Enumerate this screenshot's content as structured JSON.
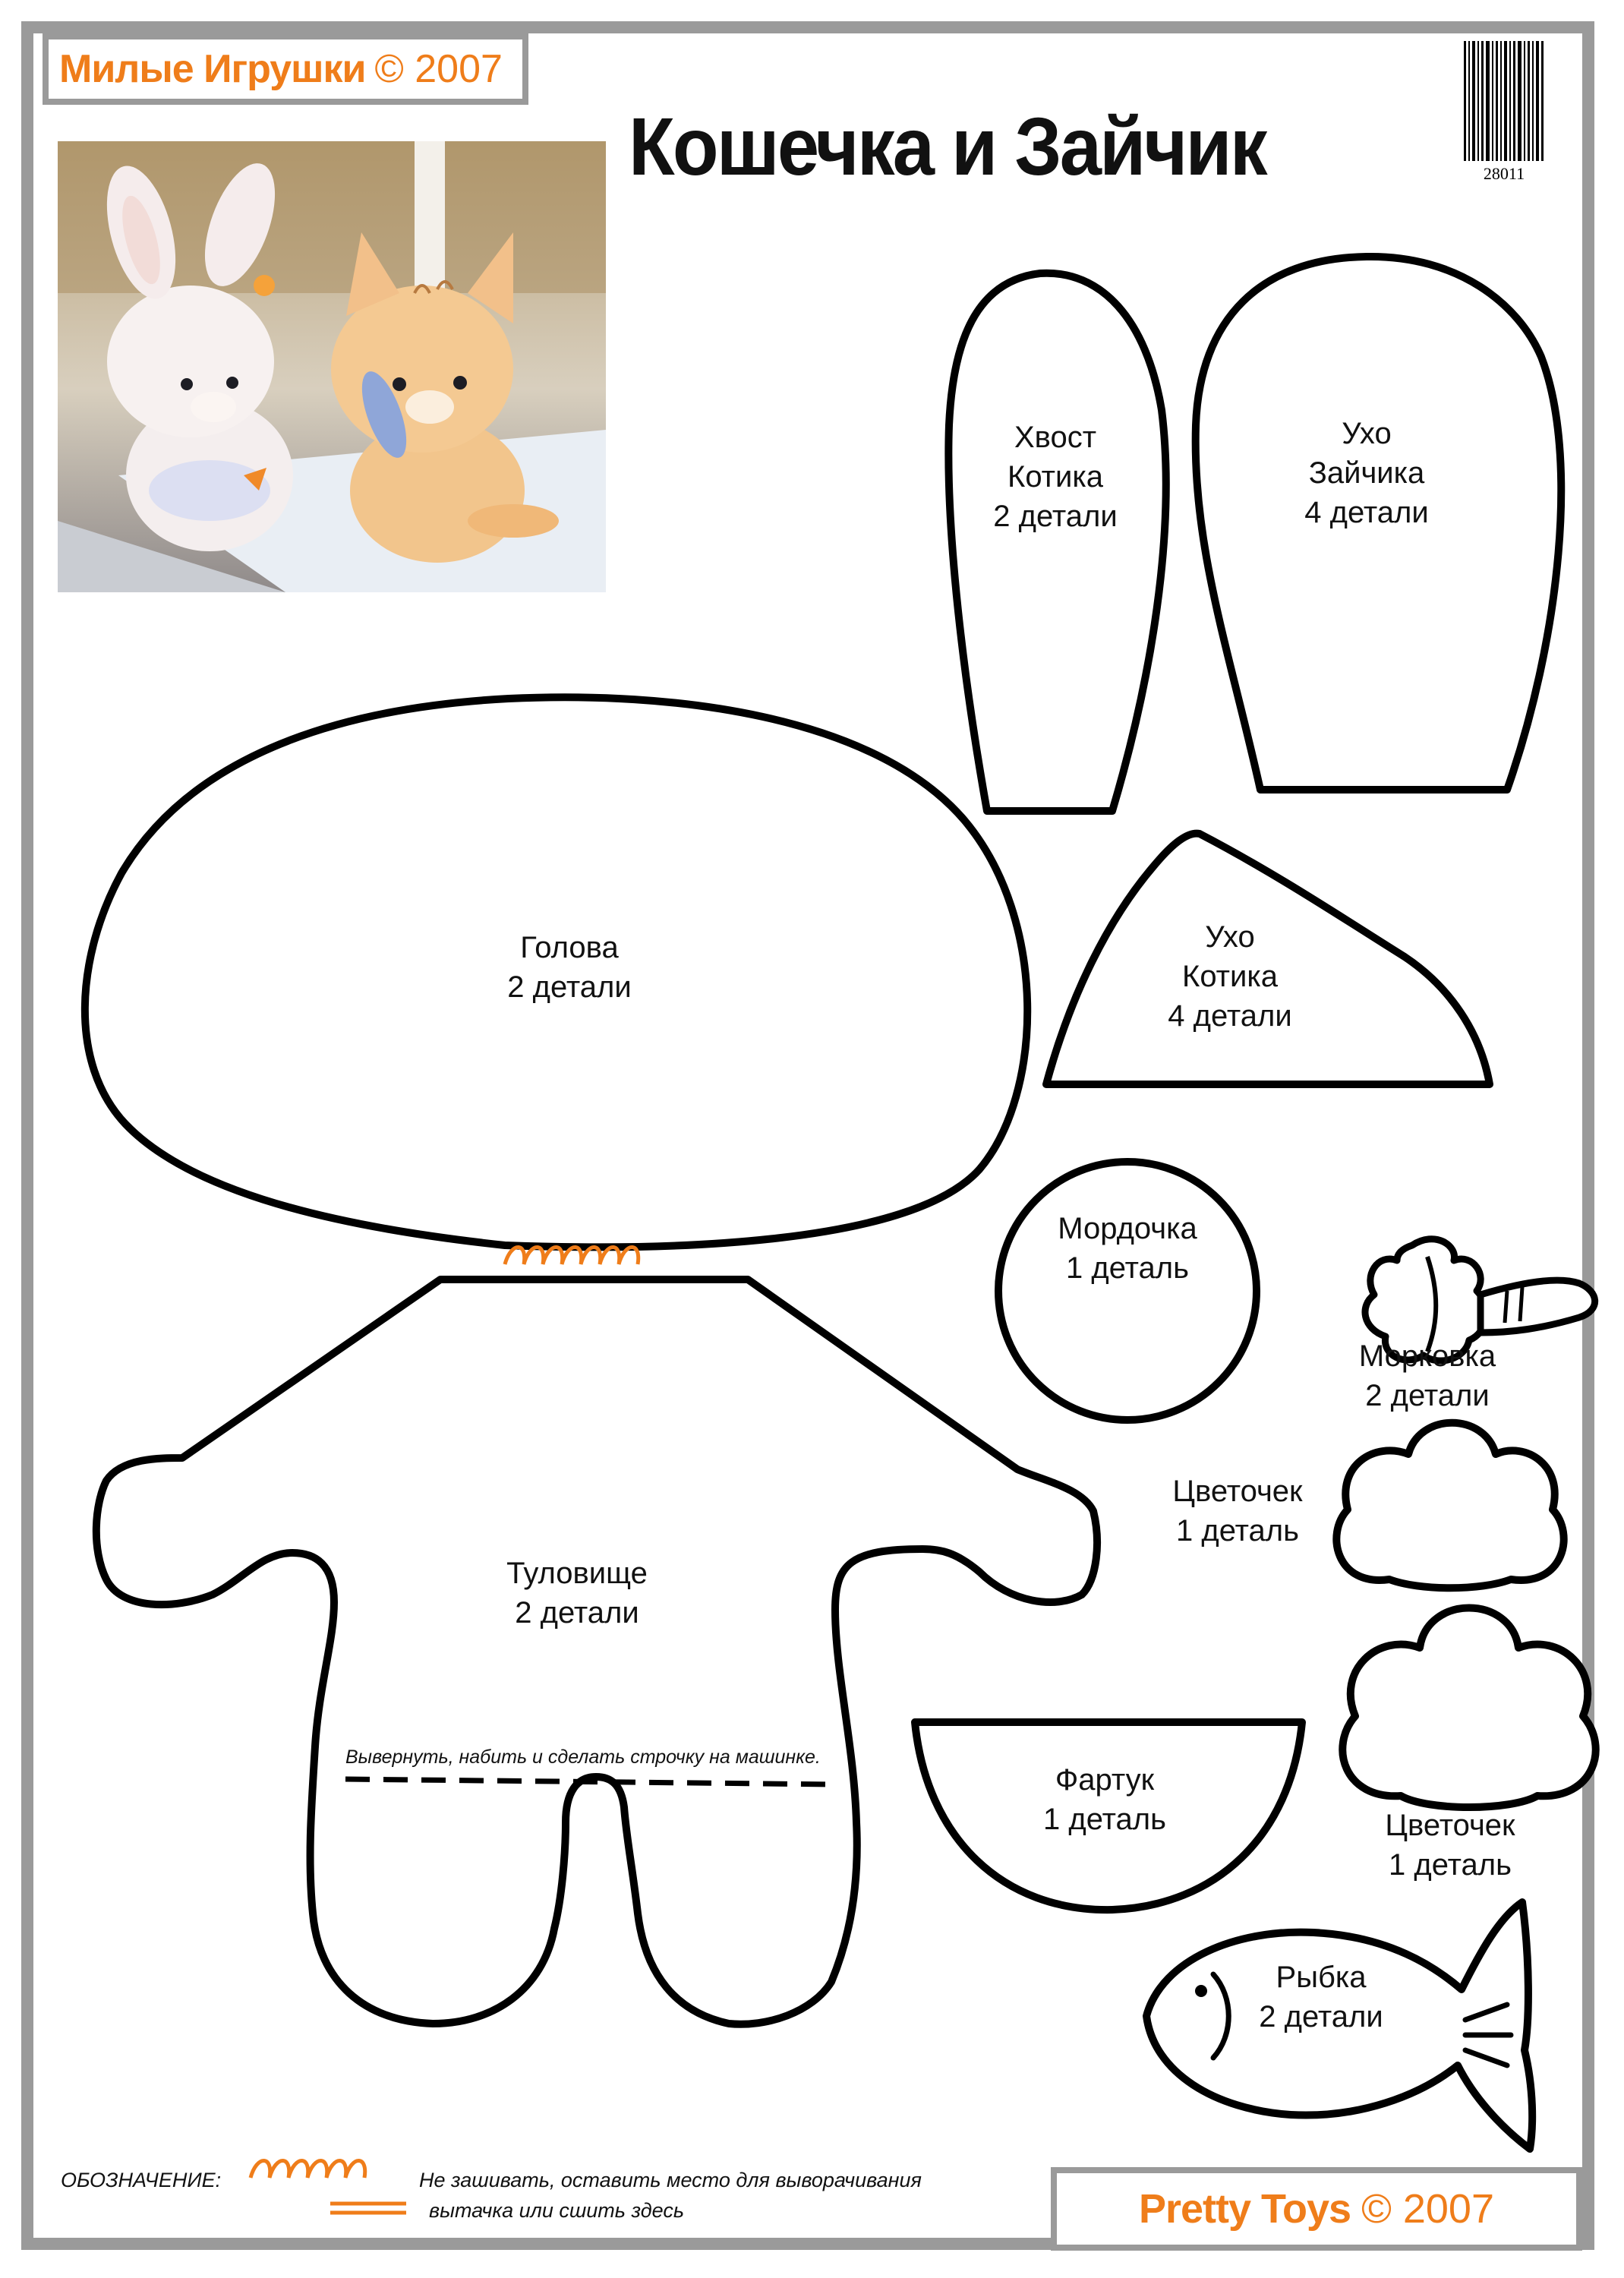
{
  "brand_top": {
    "name": "Милые Игрушки",
    "year": "© 2007"
  },
  "title": "Кошечка и Зайчик",
  "barcode": {
    "number": "28011"
  },
  "photo": {
    "description": ""
  },
  "pieces": {
    "cat_tail": {
      "line1": "Хвост",
      "line2": "Котика",
      "line3": "2 детали"
    },
    "bunny_ear": {
      "line1": "Ухо",
      "line2": "Зайчика",
      "line3": "4 детали"
    },
    "head": {
      "line1": "Голова",
      "line2": "2 детали"
    },
    "cat_ear": {
      "line1": "Ухо",
      "line2": "Котика",
      "line3": "4 детали"
    },
    "muzzle": {
      "line1": "Мордочка",
      "line2": "1 деталь"
    },
    "carrot": {
      "line1": "Морковка",
      "line2": "2 детали"
    },
    "flower_small": {
      "line1": "Цветочек",
      "line2": "1 деталь"
    },
    "body": {
      "line1": "Туловище",
      "line2": "2 детали",
      "note": "Вывернуть, набить и сделать строчку на машинке."
    },
    "apron": {
      "line1": "Фартук",
      "line2": "1 деталь"
    },
    "flower_large": {
      "line1": "Цветочек",
      "line2": "1 деталь"
    },
    "fish": {
      "line1": "Рыбка",
      "line2": "2 детали"
    }
  },
  "legend": {
    "label": "ОБОЗНАЧЕНИЕ:",
    "opening": "Не зашивать, оставить место  для выворачивания",
    "dart": "вытачка или сшить здесь"
  },
  "brand_bottom": {
    "name": "Pretty Toys",
    "year": "© 2007"
  },
  "colors": {
    "accent": "#ef7d1a",
    "frame": "#9a9a9a",
    "outline": "#000000"
  }
}
